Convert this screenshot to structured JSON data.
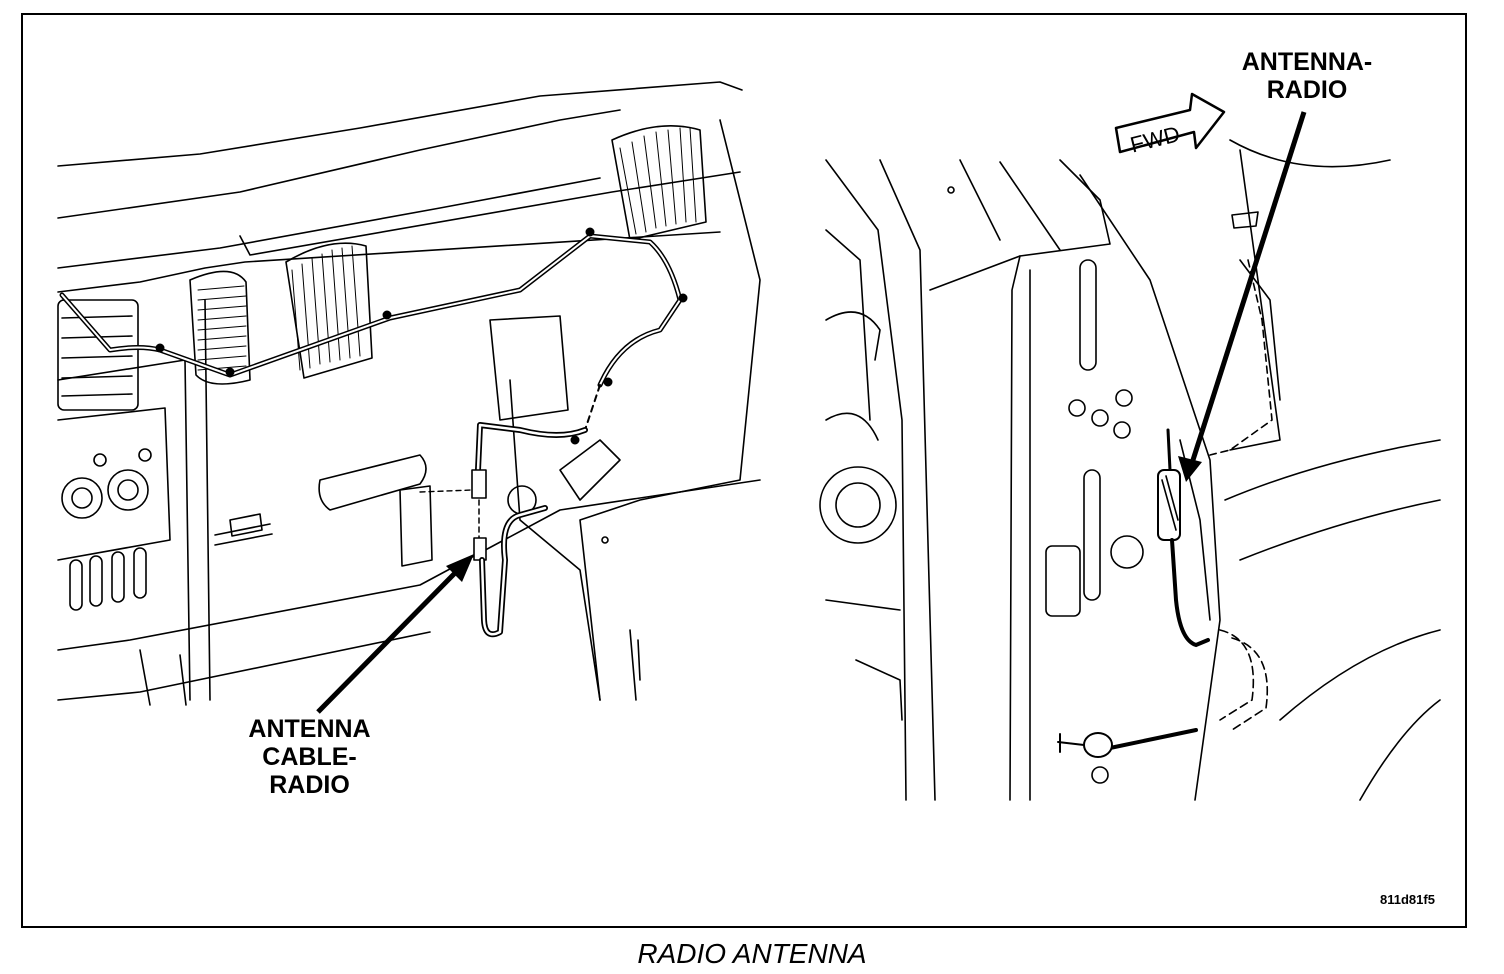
{
  "figure": {
    "caption": "RADIO ANTENNA",
    "figure_id": "811d81f5"
  },
  "callouts": {
    "antenna_radio": {
      "line1": "ANTENNA-",
      "line2": "RADIO"
    },
    "antenna_cable_radio": {
      "line1": "ANTENNA",
      "line2": "CABLE-",
      "line3": "RADIO"
    }
  },
  "direction_arrow": {
    "text": "FWD"
  }
}
